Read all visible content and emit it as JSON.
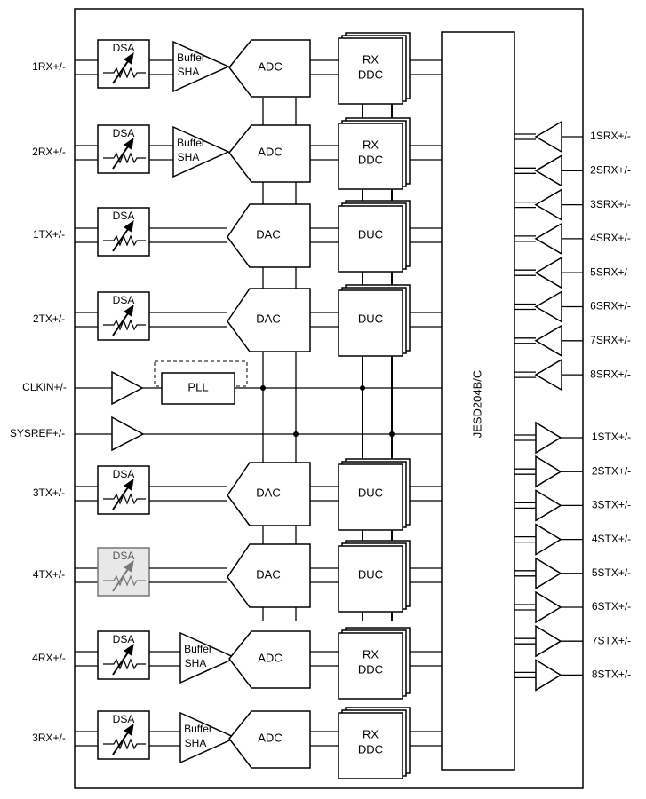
{
  "labels": {
    "dsa": "DSA",
    "buffer": "Buffer",
    "sha": "SHA",
    "adc": "ADC",
    "dac": "DAC",
    "rx": "RX",
    "ddc": "DDC",
    "duc": "DUC",
    "pll": "PLL",
    "jesd": "JESD204B/C"
  },
  "left_pins": [
    "1RX+/-",
    "2RX+/-",
    "1TX+/-",
    "2TX+/-",
    "CLKIN+/-",
    "SYSREF+/-",
    "3TX+/-",
    "4TX+/-",
    "4RX+/-",
    "3RX+/-"
  ],
  "srx_pins": [
    "1SRX+/-",
    "2SRX+/-",
    "3SRX+/-",
    "4SRX+/-",
    "5SRX+/-",
    "6SRX+/-",
    "7SRX+/-",
    "8SRX+/-"
  ],
  "stx_pins": [
    "1STX+/-",
    "2STX+/-",
    "3STX+/-",
    "4STX+/-",
    "5STX+/-",
    "6STX+/-",
    "7STX+/-",
    "8STX+/-"
  ],
  "colors": {
    "stroke": "#000000",
    "disabled_fill": "#e8e8e8",
    "disabled_stroke": "#777777"
  }
}
